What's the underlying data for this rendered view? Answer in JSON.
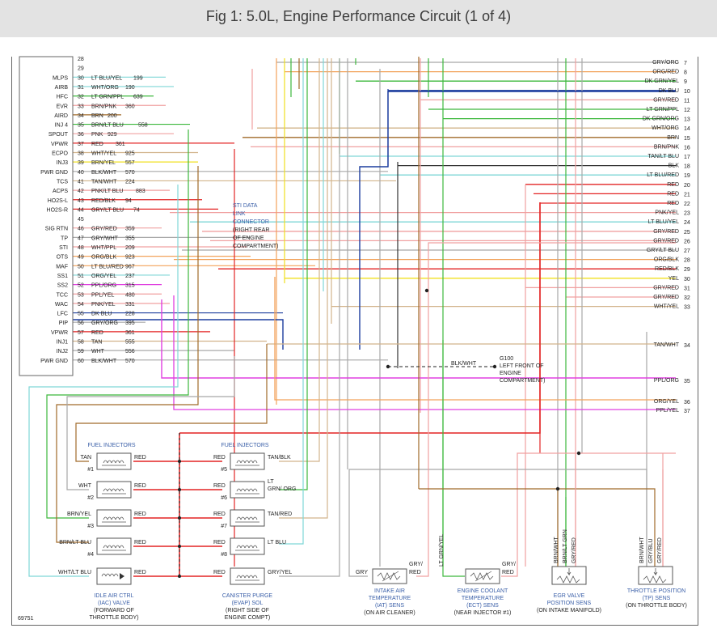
{
  "title": "Fig 1: 5.0L, Engine Performance Circuit (1 of 4)",
  "figure_id": "69751",
  "ecm": {
    "pin_names": [
      "MLPS",
      "AIRB",
      "HFC",
      "EVR",
      "AIRD",
      "INJ 4",
      "SPOUT",
      "VPWR",
      "ECPO",
      "INJ3",
      "PWR GND",
      "TCS",
      "ACPS",
      "HO2S-L",
      "HO2S-R",
      "",
      "SIG RTN",
      "TP",
      "STI",
      "OTS",
      "MAF",
      "SS1",
      "SS2",
      "TCC",
      "WAC",
      "LFC",
      "PIP",
      "VPWR",
      "INJ1",
      "INJ2",
      "PWR GND"
    ],
    "rows": [
      {
        "pin": "28",
        "wire": "",
        "circuit": ""
      },
      {
        "pin": "29",
        "wire": "",
        "circuit": ""
      },
      {
        "pin": "30",
        "wire": "LT BLU/YEL",
        "circuit": "199"
      },
      {
        "pin": "31",
        "wire": "WHT/ORG",
        "circuit": "190"
      },
      {
        "pin": "32",
        "wire": "LT GRN/PPL",
        "circuit": "639"
      },
      {
        "pin": "33",
        "wire": "BRN/PNK",
        "circuit": "360"
      },
      {
        "pin": "34",
        "wire": "BRN",
        "circuit": "200"
      },
      {
        "pin": "35",
        "wire": "BRN/LT BLU",
        "circuit": "558"
      },
      {
        "pin": "36",
        "wire": "PNK",
        "circuit": "929"
      },
      {
        "pin": "37",
        "wire": "RED",
        "circuit": "361"
      },
      {
        "pin": "38",
        "wire": "WHT/YEL",
        "circuit": "925"
      },
      {
        "pin": "39",
        "wire": "BRN/YEL",
        "circuit": "557"
      },
      {
        "pin": "40",
        "wire": "BLK/WHT",
        "circuit": "570"
      },
      {
        "pin": "41",
        "wire": "TAN/WHT",
        "circuit": "224"
      },
      {
        "pin": "42",
        "wire": "PNK/LT BLU",
        "circuit": "883"
      },
      {
        "pin": "43",
        "wire": "RED/BLK",
        "circuit": "94"
      },
      {
        "pin": "44",
        "wire": "GRY/LT BLU",
        "circuit": "74"
      },
      {
        "pin": "45",
        "wire": "",
        "circuit": ""
      },
      {
        "pin": "46",
        "wire": "GRY/RED",
        "circuit": "359"
      },
      {
        "pin": "47",
        "wire": "GRY/WHT",
        "circuit": "355"
      },
      {
        "pin": "48",
        "wire": "WHT/PPL",
        "circuit": "209"
      },
      {
        "pin": "49",
        "wire": "ORG/BLK",
        "circuit": "923"
      },
      {
        "pin": "50",
        "wire": "LT BLU/RED",
        "circuit": "967"
      },
      {
        "pin": "51",
        "wire": "ORG/YEL",
        "circuit": "237"
      },
      {
        "pin": "52",
        "wire": "PPL/ORG",
        "circuit": "315"
      },
      {
        "pin": "53",
        "wire": "PPL/YEL",
        "circuit": "480"
      },
      {
        "pin": "54",
        "wire": "PNK/YEL",
        "circuit": "331"
      },
      {
        "pin": "55",
        "wire": "DK BLU",
        "circuit": "228"
      },
      {
        "pin": "56",
        "wire": "GRY/ORG",
        "circuit": "395"
      },
      {
        "pin": "57",
        "wire": "RED",
        "circuit": "361"
      },
      {
        "pin": "58",
        "wire": "TAN",
        "circuit": "555"
      },
      {
        "pin": "59",
        "wire": "WHT",
        "circuit": "556"
      },
      {
        "pin": "60",
        "wire": "BLK/WHT",
        "circuit": "570"
      }
    ]
  },
  "right_connector": [
    {
      "label": "GRY/ORG",
      "num": "7"
    },
    {
      "label": "ORG/RED",
      "num": "8"
    },
    {
      "label": "DK GRN/YEL",
      "num": "9"
    },
    {
      "label": "DK BLU",
      "num": "10"
    },
    {
      "label": "GRY/RED",
      "num": "11"
    },
    {
      "label": "LT GRN/PPL",
      "num": "12"
    },
    {
      "label": "DK GRN/ORG",
      "num": "13"
    },
    {
      "label": "WHT/ORG",
      "num": "14"
    },
    {
      "label": "BRN",
      "num": "15"
    },
    {
      "label": "BRN/PNK",
      "num": "16"
    },
    {
      "label": "TAN/LT BLU",
      "num": "17"
    },
    {
      "label": "BLK",
      "num": "18"
    },
    {
      "label": "LT BLU/RED",
      "num": "19"
    },
    {
      "label": "RED",
      "num": "20"
    },
    {
      "label": "RED",
      "num": "21"
    },
    {
      "label": "RED",
      "num": "22"
    },
    {
      "label": "PNK/YEL",
      "num": "23"
    },
    {
      "label": "LT BLU/YEL",
      "num": "24"
    },
    {
      "label": "GRY/RED",
      "num": "25"
    },
    {
      "label": "GRY/RED",
      "num": "26"
    },
    {
      "label": "GRY/LT BLU",
      "num": "27"
    },
    {
      "label": "ORG/BLK",
      "num": "28"
    },
    {
      "label": "RED/BLK",
      "num": "29"
    },
    {
      "label": "YEL",
      "num": "30"
    },
    {
      "label": "GRY/RED",
      "num": "31"
    },
    {
      "label": "GRY/RED",
      "num": "32"
    },
    {
      "label": "WHT/YEL",
      "num": "33"
    },
    {
      "label": "TAN/WHT",
      "num": "34"
    },
    {
      "label": "PPL/ORG",
      "num": "35"
    },
    {
      "label": "ORG/YEL",
      "num": "36"
    },
    {
      "label": "PPL/YEL",
      "num": "37"
    }
  ],
  "sti_connector": {
    "lines": [
      "STI DATA",
      "LINK",
      "CONNECTOR",
      "(RIGHT REAR",
      "OF ENGINE",
      "COMPARTMENT)"
    ]
  },
  "ground": {
    "wire": "BLK/WHT",
    "lines": [
      "G100",
      "LEFT FRONT OF",
      "ENGINE",
      "COMPARTMENT)"
    ]
  },
  "fuel_injectors": {
    "title_left": "FUEL INJECTORS",
    "title_right": "FUEL INJECTORS",
    "left": [
      {
        "num": "#1",
        "wire_in": "TAN",
        "wire_out": "RED"
      },
      {
        "num": "#2",
        "wire_in": "WHT",
        "wire_out": "RED"
      },
      {
        "num": "#3",
        "wire_in": "BRN/YEL",
        "wire_out": "RED"
      },
      {
        "num": "#4",
        "wire_in": "BRN/LT BLU",
        "wire_out": "RED"
      }
    ],
    "right": [
      {
        "num": "#5",
        "wire_in": "RED",
        "wire_out": "TAN/BLK"
      },
      {
        "num": "#6",
        "wire_in": "RED",
        "wire_out": "LT GRN/ ORG"
      },
      {
        "num": "#7",
        "wire_in": "RED",
        "wire_out": "TAN/RED"
      },
      {
        "num": "#8",
        "wire_in": "RED",
        "wire_out": "LT BLU"
      }
    ]
  },
  "iac": {
    "wire_in": "WHT/LT BLU",
    "wire_out": "RED",
    "lines": [
      "IDLE AIR CTRL",
      "(IAC) VALVE",
      "(FORWARD OF",
      "THROTTLE BODY)"
    ]
  },
  "evap": {
    "wire_in": "RED",
    "wire_out": "GRY/YEL",
    "lines": [
      "CANISTER PURGE",
      "(EVAP) SOL",
      "(RIGHT SIDE OF",
      "ENGINE COMPT)"
    ]
  },
  "iat": {
    "wire_a": "GRY",
    "wire_b": "GRY/ RED",
    "lines": [
      "INTAKE AIR",
      "TEMPERATURE",
      "(IAT) SENS",
      "(ON AIR CLEANER)"
    ]
  },
  "ect": {
    "wire_a": "LT GRN/YEL",
    "wire_b": "GRY/ RED",
    "lines": [
      "ENGINE COOLANT",
      "TEMPERATURE",
      "(ECT) SENS",
      "(NEAR INJECTOR #1)"
    ]
  },
  "egr": {
    "wires": [
      "BRN/WHT",
      "BRN/LT GRN",
      "GRY/RED"
    ],
    "lines": [
      "EGR VALVE",
      "POSITION SENS",
      "(ON INTAKE MANIFOLD)"
    ]
  },
  "tp": {
    "wires": [
      "BRN/WHT",
      "GRY/BLU",
      "GRY/RED"
    ],
    "lines": [
      "THROTTLE POSITION",
      "(TP) SENS",
      "(ON THROTTLE BODY)"
    ]
  },
  "colors": {
    "red": "#e32424",
    "blue": "#1c3d9e",
    "green": "#3cb83c",
    "brown": "#a06a2a",
    "orange": "#f2a25a",
    "pink": "#f0a0a0",
    "gray": "#a8a8a8",
    "yellow": "#f0e020",
    "cyan": "#7fd7d7",
    "magenta": "#e040e0",
    "black": "#333333",
    "tan": "#d2b48c"
  }
}
